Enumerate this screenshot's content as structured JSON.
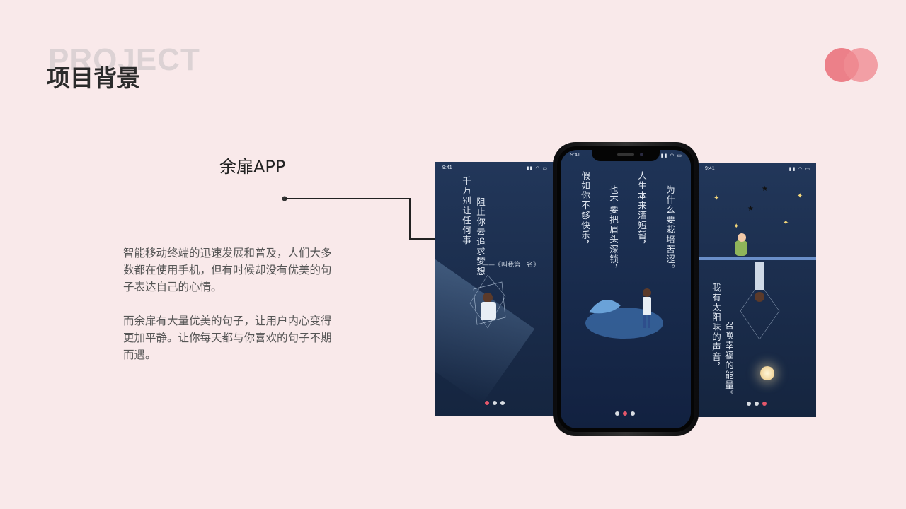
{
  "header": {
    "bg_word": "PROJECT",
    "title": "项目背景"
  },
  "app_name": "余扉APP",
  "description": [
    "智能移动终端的迅速发展和普及，人们大多数都在使用手机，但有时候却没有优美的句子表达自己的心情。",
    "而余扉有大量优美的句子，让用户内心变得更加平静。让你每天都与你喜欢的句子不期而遇。"
  ],
  "screens": {
    "left": {
      "time": "9:41",
      "line1": "千万别让任何事",
      "line2": "阻止你去追求梦想",
      "attribution": "——《叫我第一名》"
    },
    "center": {
      "time": "9:41",
      "line1": "为什么要栽培苦涩。",
      "line2": "人生本来酒短暂，",
      "line3": "也不要把眉头深锁，",
      "line4": "假如你不够快乐，"
    },
    "right": {
      "time": "9:41",
      "line1": "我有太阳味的声音，",
      "line2": "召唤幸福的能量。"
    }
  },
  "colors": {
    "background": "#f9e9ea",
    "accent": "#e4576a",
    "logo_left": "#eb7c85",
    "logo_right": "#f1959c"
  }
}
